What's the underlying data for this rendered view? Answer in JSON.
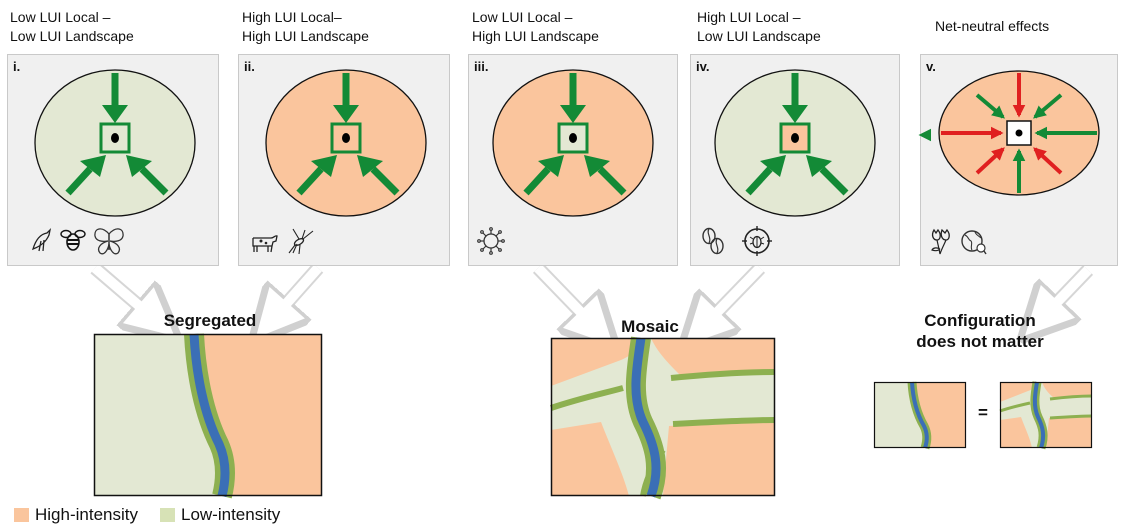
{
  "panels": [
    {
      "numeral": "i.",
      "heading": [
        "Low LUI Local –",
        "Low LUI Landscape"
      ],
      "icons": [
        "bird-icon",
        "bee-icon",
        "butterfly-icon"
      ]
    },
    {
      "numeral": "ii.",
      "heading": [
        "High LUI Local–",
        "High LUI Landscape"
      ],
      "icons": [
        "cow-icon",
        "mosquito-icon"
      ]
    },
    {
      "numeral": "iii.",
      "heading": [
        "Low LUI Local –",
        "High LUI Landscape"
      ],
      "icons": [
        "virus-icon"
      ]
    },
    {
      "numeral": "iv.",
      "heading": [
        "High LUI Local –",
        "Low LUI Landscape"
      ],
      "icons": [
        "coffee-beans-icon",
        "pest-target-icon"
      ]
    },
    {
      "numeral": "v.",
      "heading": [
        "Net-neutral effects"
      ],
      "icons": [
        "flower-icon",
        "globe-icon"
      ]
    }
  ],
  "outcomes": {
    "segregated": "Segregated",
    "mosaic": "Mosaic",
    "configuration": [
      "Configuration",
      "does not matter"
    ],
    "equals": "="
  },
  "legend": {
    "high": "High-intensity",
    "low": "Low-intensity"
  },
  "colors": {
    "high_intensity": "#fac59d",
    "low_intensity": "#e3e8d3",
    "arrow_positive": "#138a36",
    "arrow_negative": "#e02020",
    "river": "#3b6fb6",
    "river_bank": "#8db050",
    "hint_arrow": "#d6d6d6"
  }
}
